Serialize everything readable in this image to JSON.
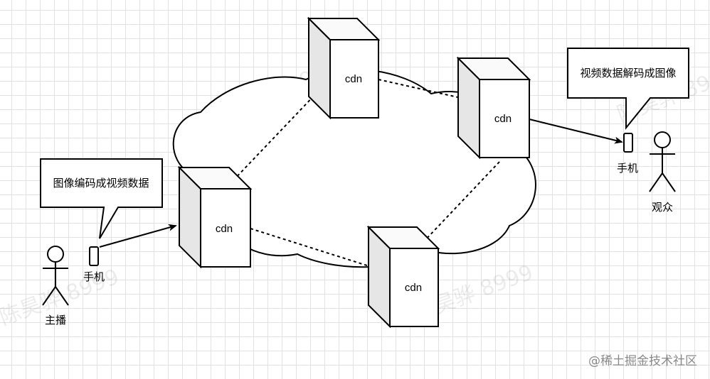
{
  "nodes": {
    "cdn_top": "cdn",
    "cdn_right": "cdn",
    "cdn_left": "cdn",
    "cdn_bottom": "cdn"
  },
  "callouts": {
    "encode": "图像编码成视频数据",
    "decode": "视频数据解码成图像"
  },
  "actors": {
    "streamer": "主播",
    "viewer": "观众"
  },
  "devices": {
    "streamer_phone": "手机",
    "viewer_phone": "手机"
  },
  "watermark": "陈昊骅 8999",
  "site_watermark": "@稀土掘金技术社区"
}
